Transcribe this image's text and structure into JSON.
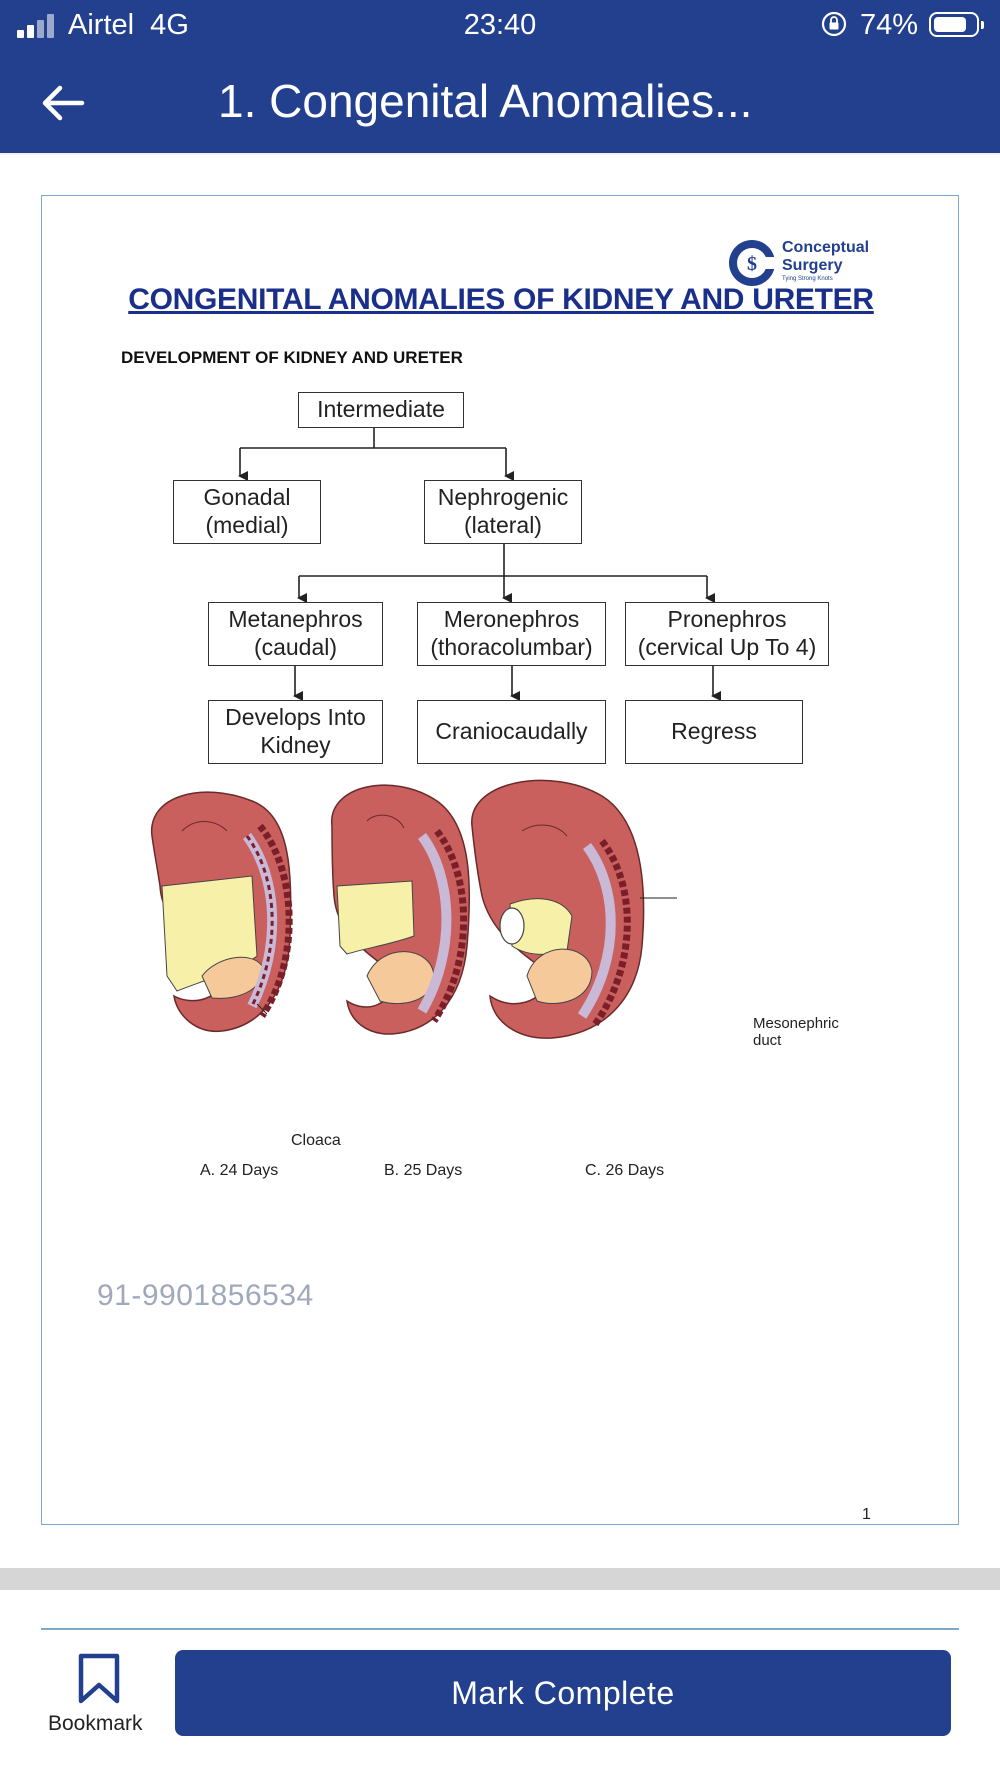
{
  "status_bar": {
    "carrier": "Airtel  4G",
    "time": "23:40",
    "battery": "74%"
  },
  "header": {
    "title": "1. Congenital Anomalies..."
  },
  "document": {
    "logo_line1": "Conceptual",
    "logo_line2": "Surgery",
    "logo_tagline": "Tying Strong Knots",
    "title": "CONGENITAL ANOMALIES OF KIDNEY AND URETER",
    "subtitle": "DEVELOPMENT OF KIDNEY AND URETER",
    "flowchart": {
      "root": "Intermediate",
      "gonadal": "Gonadal\n(medial)",
      "nephrogenic": "Nephrogenic\n(lateral)",
      "metanephros": "Metanephros\n(caudal)",
      "meronephros": "Meronephros\n(thoracolumbar)",
      "pronephros": "Pronephros\n(cervical Up To 4)",
      "develops": "Develops Into\nKidney",
      "craniocaudally": "Craniocaudally",
      "regress": "Regress"
    },
    "figure": {
      "label_a": "A. 24 Days",
      "label_b": "B. 25 Days",
      "label_c": "C. 26 Days",
      "cloaca": "Cloaca",
      "mesonephric_line1": "Mesonephric",
      "mesonephric_line2": "duct"
    },
    "phone": "91-9901856534",
    "page_number": "1"
  },
  "bottom": {
    "bookmark_label": "Bookmark",
    "mark_complete_label": "Mark Complete"
  },
  "colors": {
    "brand_blue": "#23408f",
    "embryo_red": "#c9605e",
    "yolk_yellow": "#f7f0a8",
    "duct_purple": "#c9b8d6"
  }
}
